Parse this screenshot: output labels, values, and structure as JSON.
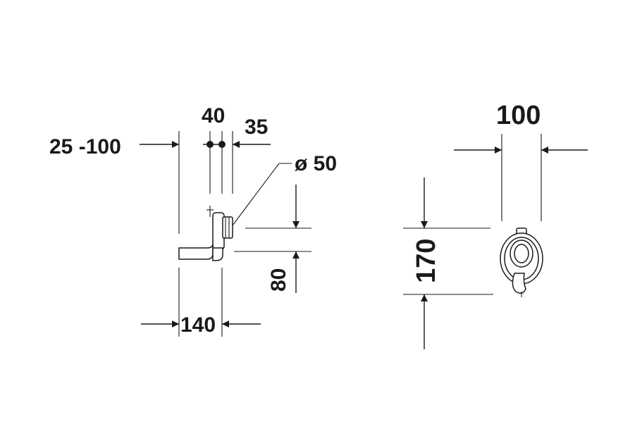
{
  "side_view": {
    "dim_range": "25 -100",
    "dim_40": "40",
    "dim_35": "35",
    "dim_diameter": "ø 50",
    "dim_80": "80",
    "dim_140": "140"
  },
  "front_view": {
    "dim_100": "100",
    "dim_170": "170"
  }
}
